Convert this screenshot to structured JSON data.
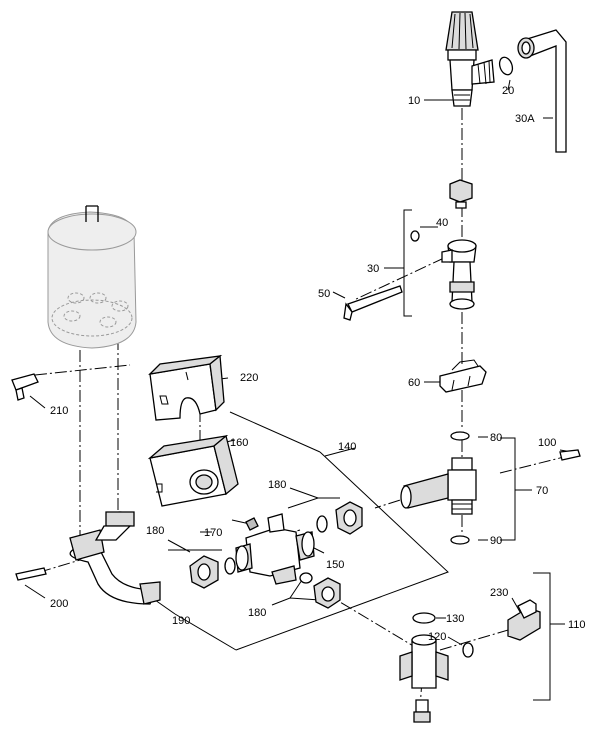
{
  "labels": {
    "l10": "10",
    "l20": "20",
    "l30a": "30A",
    "l30": "30",
    "l40": "40",
    "l50": "50",
    "l60": "60",
    "l70": "70",
    "l80": "80",
    "l90": "90",
    "l100": "100",
    "l110": "110",
    "l120": "120",
    "l130": "130",
    "l140": "140",
    "l150": "150",
    "l160": "160",
    "l170": "170",
    "l180a": "180",
    "l180b": "180",
    "l180c": "180",
    "l190": "190",
    "l200": "200",
    "l210": "210",
    "l220": "220",
    "l230": "230"
  }
}
